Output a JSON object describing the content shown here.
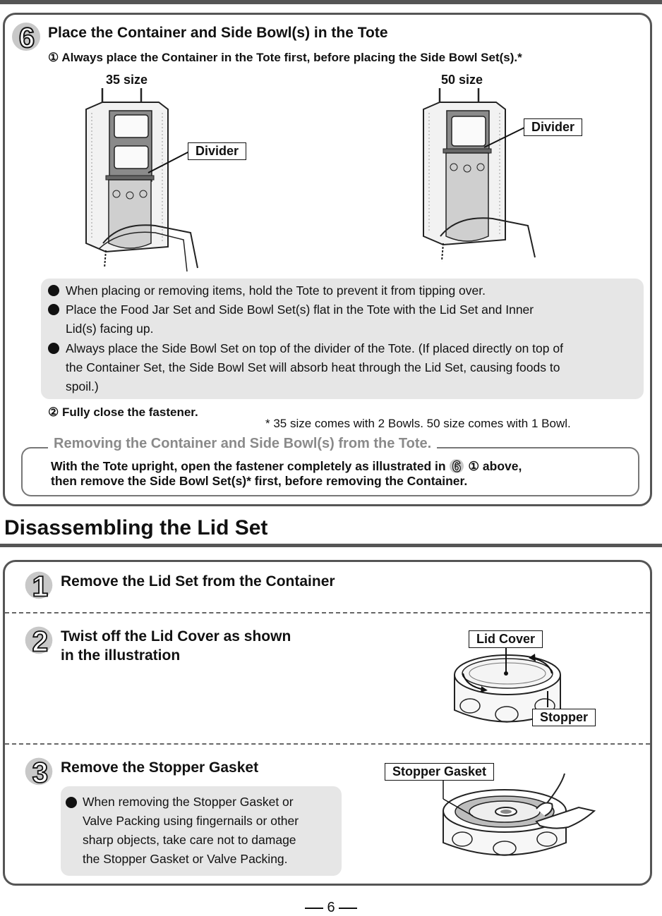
{
  "step6": {
    "number": "6",
    "title": "Place the Container and Side Bowl(s) in the Tote",
    "instruction1": "① Always place the Container in the Tote first, before placing the Side Bowl Set(s).*",
    "size_left": "35 size",
    "size_right": "50 size",
    "divider_label": "Divider",
    "notes": [
      [
        "When placing or removing items, hold the Tote to prevent it from tipping over."
      ],
      [
        "Place the Food Jar Set and Side Bowl Set(s) flat in the Tote with the Lid Set and Inner",
        "Lid(s) facing up."
      ],
      [
        "Always place the Side Bowl Set on top of the divider of the Tote. (If placed directly on top of",
        "the Container Set, the Side Bowl Set will absorb heat through the Lid Set, causing foods to",
        "spoil.)"
      ]
    ],
    "instruction2": "② Fully close the fastener.",
    "footnote": "* 35 size comes with 2 Bowls. 50 size comes with 1 Bowl."
  },
  "removing": {
    "title": "Removing the Container and Side Bowl(s) from the Tote.",
    "line1_before": "With the Tote upright, open the fastener completely as illustrated in",
    "line1_ref_num": "6",
    "line1_after": "① above,",
    "line2": "then remove the Side Bowl Set(s)* first, before removing the Container."
  },
  "section": {
    "title": "Disassembling the Lid Set"
  },
  "lid_steps": [
    {
      "number": "1",
      "title": [
        "Remove the Lid Set from the Container"
      ]
    },
    {
      "number": "2",
      "title": [
        "Twist off the Lid Cover as shown",
        "in the illustration"
      ],
      "label_lid_cover": "Lid Cover",
      "label_stopper": "Stopper"
    },
    {
      "number": "3",
      "title": [
        "Remove the Stopper Gasket"
      ],
      "label_gasket": "Stopper Gasket",
      "note": [
        "When removing the Stopper Gasket or",
        "Valve Packing using fingernails or other",
        "sharp objects, take care not to damage",
        "the Stopper Gasket or Valve Packing."
      ]
    }
  ],
  "page": {
    "number": "6"
  },
  "colors": {
    "rule": "#555555",
    "note_bg": "#e6e6e6",
    "step_num_fill": "#c8c8c8"
  }
}
